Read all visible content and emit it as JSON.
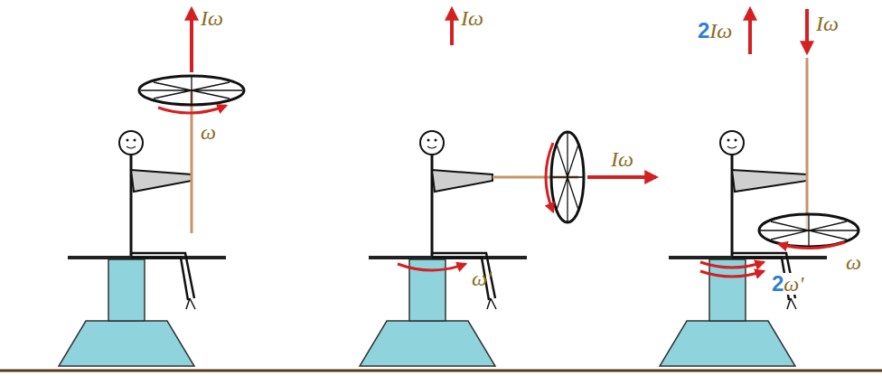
{
  "diagram": {
    "labels": [
      "Iω",
      "ω",
      "Iω",
      "ω'",
      "Iω",
      "2Iω",
      "Iω",
      "ω",
      "2ω'"
    ]
  }
}
